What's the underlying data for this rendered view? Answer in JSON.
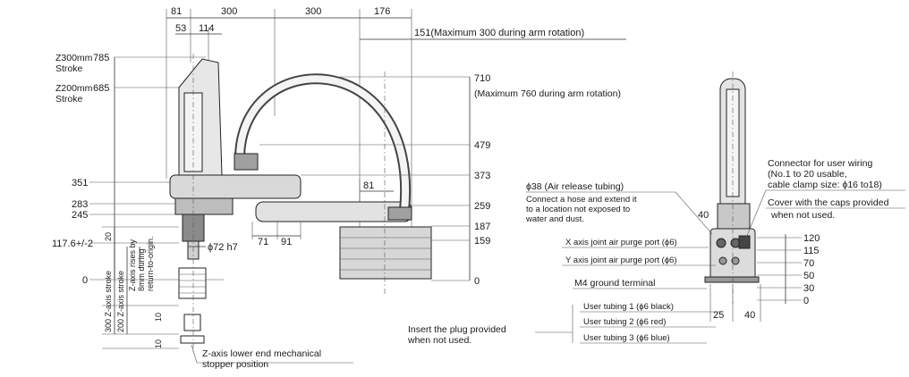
{
  "top_dims": {
    "d81": "81",
    "d300a": "300",
    "d300b": "300",
    "d176": "176",
    "d53": "53",
    "d114": "114",
    "d151": "151(Maximum 300 during arm rotation)"
  },
  "left_labels": {
    "z300_line1": "Z300mm",
    "z300_line2": "Stroke",
    "z200_line1": "Z200mm",
    "z200_line2": "Stroke",
    "v785": "785",
    "v685": "685",
    "v351": "351",
    "v283": "283",
    "v245": "245",
    "v117": "117.6+/-2",
    "v0": "0"
  },
  "right_labels": {
    "v710": "710",
    "v710_note": "(Maximum 760 during arm rotation)",
    "v479": "479",
    "v373": "373",
    "v259": "259",
    "v187": "187",
    "v159": "159",
    "v0": "0"
  },
  "middle_dims": {
    "d81": "81",
    "d71": "71",
    "d91": "91",
    "phi72": "ϕ72 h7",
    "d20": "20",
    "d10a": "10",
    "d10b": "10",
    "z300": "300 Z-axis stroke",
    "z200": "200 Z-axis stroke",
    "zrise1": "Z-axis rises by",
    "zrise2": "8mm during",
    "zrise3": "return-to-origin."
  },
  "bottom_note": {
    "line1": "Z-axis lower end mechanical",
    "line2": "stopper position"
  },
  "side_labels": {
    "phi38": "ϕ38 (Air release tubing)",
    "hose1": "Connect a hose and extend it",
    "hose2": "to a location not exposed to",
    "hose3": "water and dust.",
    "xpurge": "X axis joint air purge port (ϕ6)",
    "ypurge": "Y axis joint air purge port (ϕ6)",
    "ground": "M4 ground terminal",
    "tube1": "User tubing 1 (ϕ6 black)",
    "tube2": "User tubing 2 (ϕ6 red)",
    "tube3": "User tubing 3 (ϕ6 blue)",
    "plug1": "Insert the plug provided",
    "plug2": "when not used.",
    "d40a": "40",
    "d25": "25",
    "d40b": "40",
    "conn1": "Connector for user wiring",
    "conn2": "(No.1 to 20 usable,",
    "conn3": "cable clamp size: ϕ16 to18)",
    "cover1": "Cover with the caps provided",
    "cover2": "when not used.",
    "h120": "120",
    "h115": "115",
    "h70": "70",
    "h50": "50",
    "h30": "30",
    "h0": "0"
  }
}
